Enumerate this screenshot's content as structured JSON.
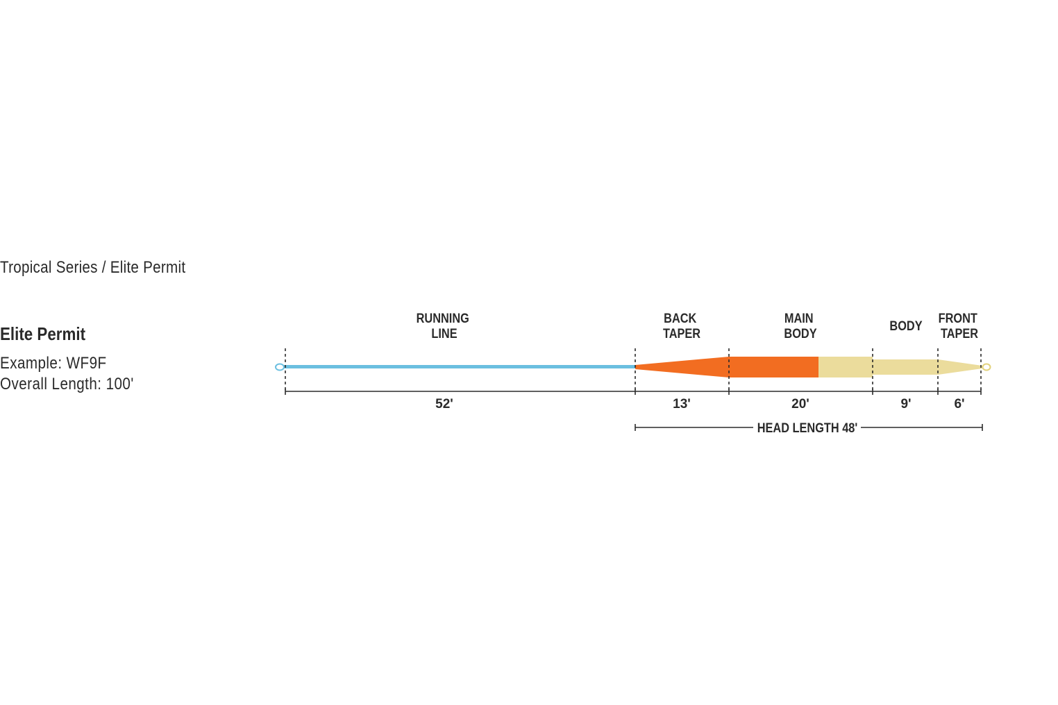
{
  "header": {
    "series_title": "Tropical Series / Elite Permit"
  },
  "product": {
    "name": "Elite Permit",
    "example": "Example: WF9F",
    "overall_length": "Overall Length: 100'"
  },
  "colors": {
    "running_line": "#6bbfe0",
    "back_taper": "#f26d21",
    "main_body_front": "#f26d21",
    "main_body_rear": "#ebdc9c",
    "body": "#ebdc9c",
    "front_taper": "#ebdc9c",
    "loop_front": "#e2d27c",
    "ink": "#2a2a2a"
  },
  "segments": [
    {
      "id": "running-line",
      "label_lines": [
        "RUNNING",
        "LINE"
      ],
      "length_label": "52'"
    },
    {
      "id": "back-taper",
      "label_lines": [
        "BACK",
        "TAPER"
      ],
      "length_label": "13'"
    },
    {
      "id": "main-body",
      "label_lines": [
        "MAIN",
        "BODY"
      ],
      "length_label": "20'"
    },
    {
      "id": "body",
      "label_lines": [
        "BODY"
      ],
      "length_label": "9'"
    },
    {
      "id": "front-taper",
      "label_lines": [
        "FRONT",
        "TAPER"
      ],
      "length_label": "6'"
    }
  ],
  "head": {
    "label": "HEAD LENGTH 48'"
  }
}
